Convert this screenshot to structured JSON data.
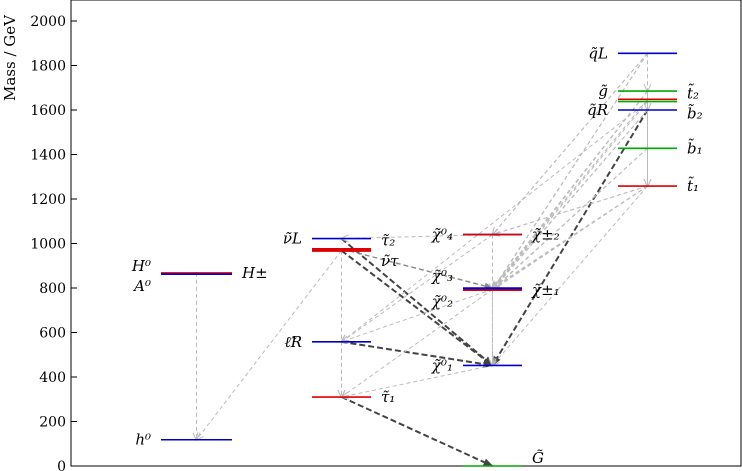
{
  "chart_data": {
    "type": "spectrum",
    "ylabel": "Mass / GeV",
    "ylim": [
      0,
      2100
    ],
    "yticks": [
      0,
      200,
      400,
      600,
      800,
      1000,
      1200,
      1400,
      1600,
      1800,
      2000
    ],
    "grid": false,
    "columns": [
      "higgs",
      "sleptons",
      "gauginos",
      "squarks"
    ],
    "levels": [
      {
        "id": "h0",
        "mass": 118,
        "column": "higgs",
        "color": "#0000cc",
        "labels": [
          {
            "text": "h⁰",
            "side": "left"
          }
        ]
      },
      {
        "id": "H0",
        "mass": 868,
        "column": "higgs",
        "color": "#dd0000",
        "labels": [
          {
            "text": "H⁰",
            "side": "left",
            "dy": -7
          },
          {
            "text": "H±",
            "side": "right"
          }
        ]
      },
      {
        "id": "A0",
        "mass": 862,
        "column": "higgs",
        "color": "#0000cc",
        "labels": [
          {
            "text": "A⁰",
            "side": "left",
            "dy": 12
          }
        ]
      },
      {
        "id": "nuL",
        "mass": 1022,
        "column": "sleptons",
        "color": "#0000cc",
        "labels": [
          {
            "text": "ν̃L",
            "side": "left"
          }
        ]
      },
      {
        "id": "tau2",
        "mass": 968,
        "column": "sleptons",
        "color": "#dd0000",
        "width": 2.5,
        "labels": [
          {
            "text": "τ̃₂",
            "side": "right",
            "dy": -10
          }
        ]
      },
      {
        "id": "nutau",
        "mass": 976,
        "column": "sleptons",
        "color": "#dd0000",
        "labels": [
          {
            "text": "ν̃τ",
            "side": "right",
            "dy": 12
          }
        ]
      },
      {
        "id": "lR",
        "mass": 558,
        "column": "sleptons",
        "color": "#0000cc",
        "labels": [
          {
            "text": "ℓ̃R",
            "side": "left"
          }
        ]
      },
      {
        "id": "tau1",
        "mass": 310,
        "column": "sleptons",
        "color": "#dd0000",
        "labels": [
          {
            "text": "τ̃₁",
            "side": "right"
          }
        ]
      },
      {
        "id": "chi40",
        "mass": 1040,
        "column": "gauginos",
        "color": "#0000cc",
        "labels": [
          {
            "text": "χ̃⁰₄",
            "side": "left"
          }
        ]
      },
      {
        "id": "chi2pm",
        "mass": 1040,
        "column": "gauginos",
        "color": "#dd0000",
        "labels": [
          {
            "text": "χ̃±₂",
            "side": "right"
          }
        ]
      },
      {
        "id": "chi30",
        "mass": 800,
        "column": "gauginos",
        "color": "#0000cc",
        "labels": [
          {
            "text": "χ̃⁰₃",
            "side": "left",
            "dy": -12
          }
        ]
      },
      {
        "id": "chi20",
        "mass": 794,
        "column": "gauginos",
        "color": "#0000cc",
        "labels": [
          {
            "text": "χ̃⁰₂",
            "side": "left",
            "dy": 12
          }
        ]
      },
      {
        "id": "chi1pm",
        "mass": 790,
        "column": "gauginos",
        "color": "#dd0000",
        "labels": [
          {
            "text": "χ̃±₁",
            "side": "right"
          }
        ]
      },
      {
        "id": "chi10",
        "mass": 452,
        "column": "gauginos",
        "color": "#0000cc",
        "labels": [
          {
            "text": "χ̃⁰₁",
            "side": "left"
          }
        ]
      },
      {
        "id": "Gravitino",
        "mass": 0,
        "column": "gauginos",
        "color": "#00aa00",
        "labels": [
          {
            "text": "G̃",
            "side": "right",
            "dy": -8
          }
        ]
      },
      {
        "id": "qL",
        "mass": 1855,
        "column": "squarks",
        "color": "#0000cc",
        "labels": [
          {
            "text": "q̃L",
            "side": "left"
          }
        ]
      },
      {
        "id": "gluino",
        "mass": 1685,
        "column": "squarks",
        "color": "#00aa00",
        "labels": [
          {
            "text": "g̃",
            "side": "left"
          }
        ]
      },
      {
        "id": "t2",
        "mass": 1648,
        "column": "squarks",
        "color": "#dd0000",
        "labels": [
          {
            "text": "t̃₂",
            "side": "right",
            "dy": -6
          }
        ]
      },
      {
        "id": "b2",
        "mass": 1638,
        "column": "squarks",
        "color": "#00aa00",
        "labels": [
          {
            "text": "b̃₂",
            "side": "right",
            "dy": 12
          }
        ]
      },
      {
        "id": "qR",
        "mass": 1600,
        "column": "squarks",
        "color": "#0000cc",
        "labels": [
          {
            "text": "q̃R",
            "side": "left"
          }
        ]
      },
      {
        "id": "b1",
        "mass": 1428,
        "column": "squarks",
        "color": "#00aa00",
        "labels": [
          {
            "text": "b̃₁",
            "side": "right"
          }
        ]
      },
      {
        "id": "t1",
        "mass": 1258,
        "column": "squarks",
        "color": "#dd0000",
        "labels": [
          {
            "text": "t̃₁",
            "side": "right"
          }
        ]
      }
    ],
    "decays": [
      {
        "from": "tau2",
        "to": "chi10",
        "style": "bold"
      },
      {
        "from": "nuL",
        "to": "chi10",
        "style": "bold"
      },
      {
        "from": "lR",
        "to": "chi10",
        "style": "bold"
      },
      {
        "from": "tau1",
        "to": "Gravitino",
        "style": "bold"
      },
      {
        "from": "qR",
        "to": "chi10",
        "style": "bold"
      },
      {
        "from": "nutau",
        "to": "chi30",
        "style": "medium"
      },
      {
        "from": "H0",
        "to": "h0",
        "style": "light"
      },
      {
        "from": "tau2",
        "to": "h0",
        "style": "light"
      },
      {
        "from": "tau2",
        "to": "tau1",
        "style": "light"
      },
      {
        "from": "lR",
        "to": "tau1",
        "style": "light"
      },
      {
        "from": "chi20",
        "to": "tau1",
        "style": "light"
      },
      {
        "from": "chi20",
        "to": "lR",
        "style": "light"
      },
      {
        "from": "chi10",
        "to": "tau1",
        "style": "light"
      },
      {
        "from": "chi40",
        "to": "chi10",
        "style": "light"
      },
      {
        "from": "chi40",
        "to": "lR",
        "style": "light"
      },
      {
        "from": "chi2pm",
        "to": "chi1pm",
        "style": "light"
      },
      {
        "from": "chi2pm",
        "to": "nuL",
        "style": "light"
      },
      {
        "from": "chi30",
        "to": "chi10",
        "style": "light"
      },
      {
        "from": "chi1pm",
        "to": "chi10",
        "style": "light"
      },
      {
        "from": "qL",
        "to": "chi40",
        "style": "light"
      },
      {
        "from": "qL",
        "to": "chi2pm",
        "style": "light"
      },
      {
        "from": "qL",
        "to": "chi20",
        "style": "light"
      },
      {
        "from": "qL",
        "to": "chi1pm",
        "style": "light"
      },
      {
        "from": "qL",
        "to": "gluino",
        "style": "light"
      },
      {
        "from": "gluino",
        "to": "t1",
        "style": "light"
      },
      {
        "from": "gluino",
        "to": "chi20",
        "style": "light"
      },
      {
        "from": "gluino",
        "to": "chi1pm",
        "style": "light"
      },
      {
        "from": "gluino",
        "to": "chi30",
        "style": "light"
      },
      {
        "from": "qR",
        "to": "chi20",
        "style": "light"
      },
      {
        "from": "qR",
        "to": "chi1pm",
        "style": "light"
      },
      {
        "from": "b2",
        "to": "chi20",
        "style": "light"
      },
      {
        "from": "t2",
        "to": "chi30",
        "style": "light"
      },
      {
        "from": "b1",
        "to": "chi20",
        "style": "light"
      },
      {
        "from": "b1",
        "to": "chi1pm",
        "style": "light"
      },
      {
        "from": "t1",
        "to": "chi10",
        "style": "light"
      },
      {
        "from": "t1",
        "to": "chi20",
        "style": "light"
      },
      {
        "from": "t1",
        "to": "chi1pm",
        "style": "light"
      },
      {
        "from": "t1",
        "to": "chi30",
        "style": "light"
      },
      {
        "from": "t1",
        "to": "chi2pm",
        "style": "light"
      },
      {
        "from": "b2",
        "to": "lR",
        "style": "light"
      },
      {
        "from": "t1",
        "to": "chi40",
        "style": "light"
      },
      {
        "from": "qL",
        "to": "qR",
        "style": "light"
      },
      {
        "from": "b2",
        "to": "t1",
        "style": "light"
      }
    ]
  }
}
